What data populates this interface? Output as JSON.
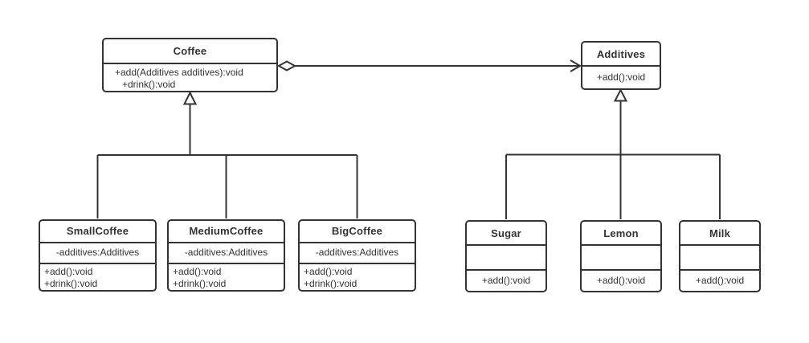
{
  "colors": {
    "line": "#333333",
    "text": "#333333",
    "shape_fill": "#ffffff",
    "background": "#ffffff"
  },
  "classes": {
    "coffee": {
      "name": "Coffee",
      "attributes": [],
      "methods": [
        "+add(Additives additives):void",
        "+drink():void"
      ]
    },
    "additives": {
      "name": "Additives",
      "attributes": [],
      "methods": [
        "+add():void"
      ]
    },
    "small_coffee": {
      "name": "SmallCoffee",
      "attributes": [
        "-additives:Additives"
      ],
      "methods": [
        "+add():void",
        "+drink():void"
      ]
    },
    "medium_coffee": {
      "name": "MediumCoffee",
      "attributes": [
        "-additives:Additives"
      ],
      "methods": [
        "+add():void",
        "+drink():void"
      ]
    },
    "big_coffee": {
      "name": "BigCoffee",
      "attributes": [
        "-additives:Additives"
      ],
      "methods": [
        "+add():void",
        "+drink():void"
      ]
    },
    "sugar": {
      "name": "Sugar",
      "attributes": [],
      "methods": [
        "+add():void"
      ]
    },
    "lemon": {
      "name": "Lemon",
      "attributes": [],
      "methods": [
        "+add():void"
      ]
    },
    "milk": {
      "name": "Milk",
      "attributes": [],
      "methods": [
        "+add():void"
      ]
    }
  },
  "relationships": [
    {
      "type": "generalization",
      "from": "SmallCoffee",
      "to": "Coffee"
    },
    {
      "type": "generalization",
      "from": "MediumCoffee",
      "to": "Coffee"
    },
    {
      "type": "generalization",
      "from": "BigCoffee",
      "to": "Coffee"
    },
    {
      "type": "generalization",
      "from": "Sugar",
      "to": "Additives"
    },
    {
      "type": "generalization",
      "from": "Lemon",
      "to": "Additives"
    },
    {
      "type": "generalization",
      "from": "Milk",
      "to": "Additives"
    },
    {
      "type": "aggregation-association",
      "from": "Coffee",
      "to": "Additives"
    }
  ]
}
